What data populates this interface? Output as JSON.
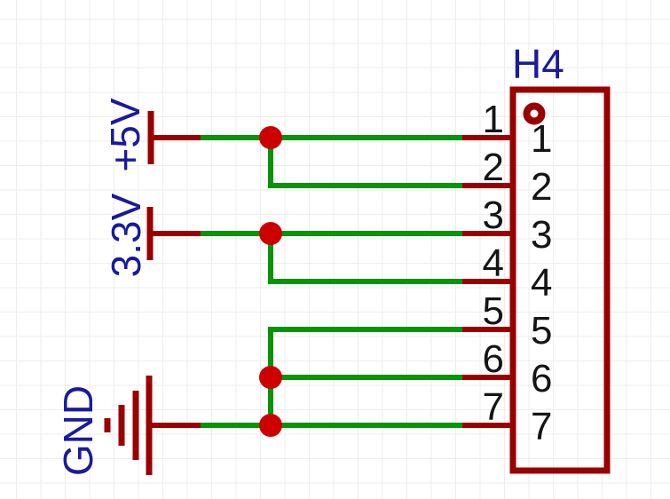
{
  "schematic": {
    "component": {
      "designator": "H4",
      "pins": [
        {
          "number": "1",
          "name": "1",
          "net": "+5V"
        },
        {
          "number": "2",
          "name": "2",
          "net": "+5V"
        },
        {
          "number": "3",
          "name": "3",
          "net": "3.3V"
        },
        {
          "number": "4",
          "name": "4",
          "net": "3.3V"
        },
        {
          "number": "5",
          "name": "5",
          "net": "GND"
        },
        {
          "number": "6",
          "name": "6",
          "net": "GND"
        },
        {
          "number": "7",
          "name": "7",
          "net": "GND"
        }
      ]
    },
    "power_flags": [
      {
        "label": "+5V"
      },
      {
        "label": "3.3V"
      },
      {
        "label": "GND"
      }
    ],
    "junction_count": 4
  },
  "colors": {
    "canvas-bg": "#ffffff",
    "grid-line": "#ededed",
    "symbol-red": "#990000",
    "wire-green": "#089308",
    "junction-red": "#cc0000",
    "label-blue": "#1a1a9e",
    "pin-text": "#151515"
  }
}
